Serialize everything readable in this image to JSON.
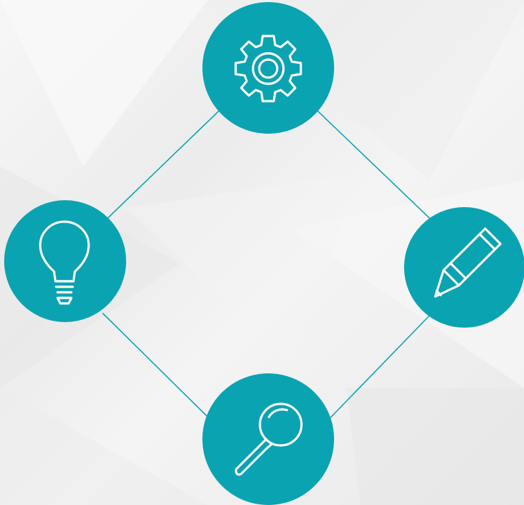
{
  "diagram": {
    "accent_color": "#0aa3b1",
    "icon_color": "#ffffff",
    "nodes": [
      {
        "id": "top",
        "icon": "gear-icon"
      },
      {
        "id": "left",
        "icon": "lightbulb-icon"
      },
      {
        "id": "right",
        "icon": "pencil-icon"
      },
      {
        "id": "bottom",
        "icon": "magnifier-icon"
      }
    ],
    "connections": [
      [
        "top",
        "left"
      ],
      [
        "top",
        "right"
      ],
      [
        "left",
        "bottom"
      ],
      [
        "right",
        "bottom"
      ]
    ]
  }
}
